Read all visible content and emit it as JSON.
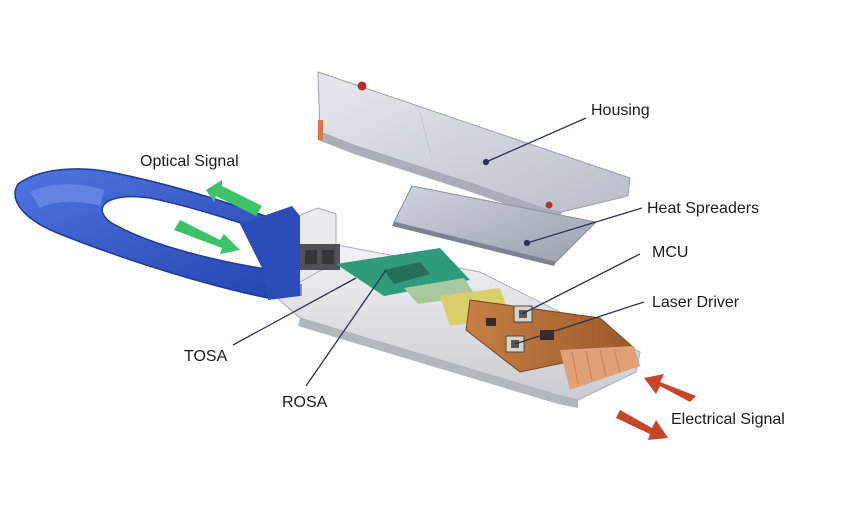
{
  "labels": {
    "optical_signal": "Optical Signal",
    "housing": "Housing",
    "heat_spreaders": "Heat Spreaders",
    "mcu": "MCU",
    "laser_driver": "Laser Driver",
    "tosa": "TOSA",
    "rosa": "ROSA",
    "electrical_signal": "Electrical Signal"
  },
  "colors": {
    "pull_tab": "#3a5fd0",
    "optical_arrow": "#3cc36a",
    "electrical_arrow": "#c8442a",
    "housing": "#cfd3db",
    "pcb": "#b26a35",
    "osa_board": "#2f9b78",
    "leader_line": "#2a3550"
  }
}
